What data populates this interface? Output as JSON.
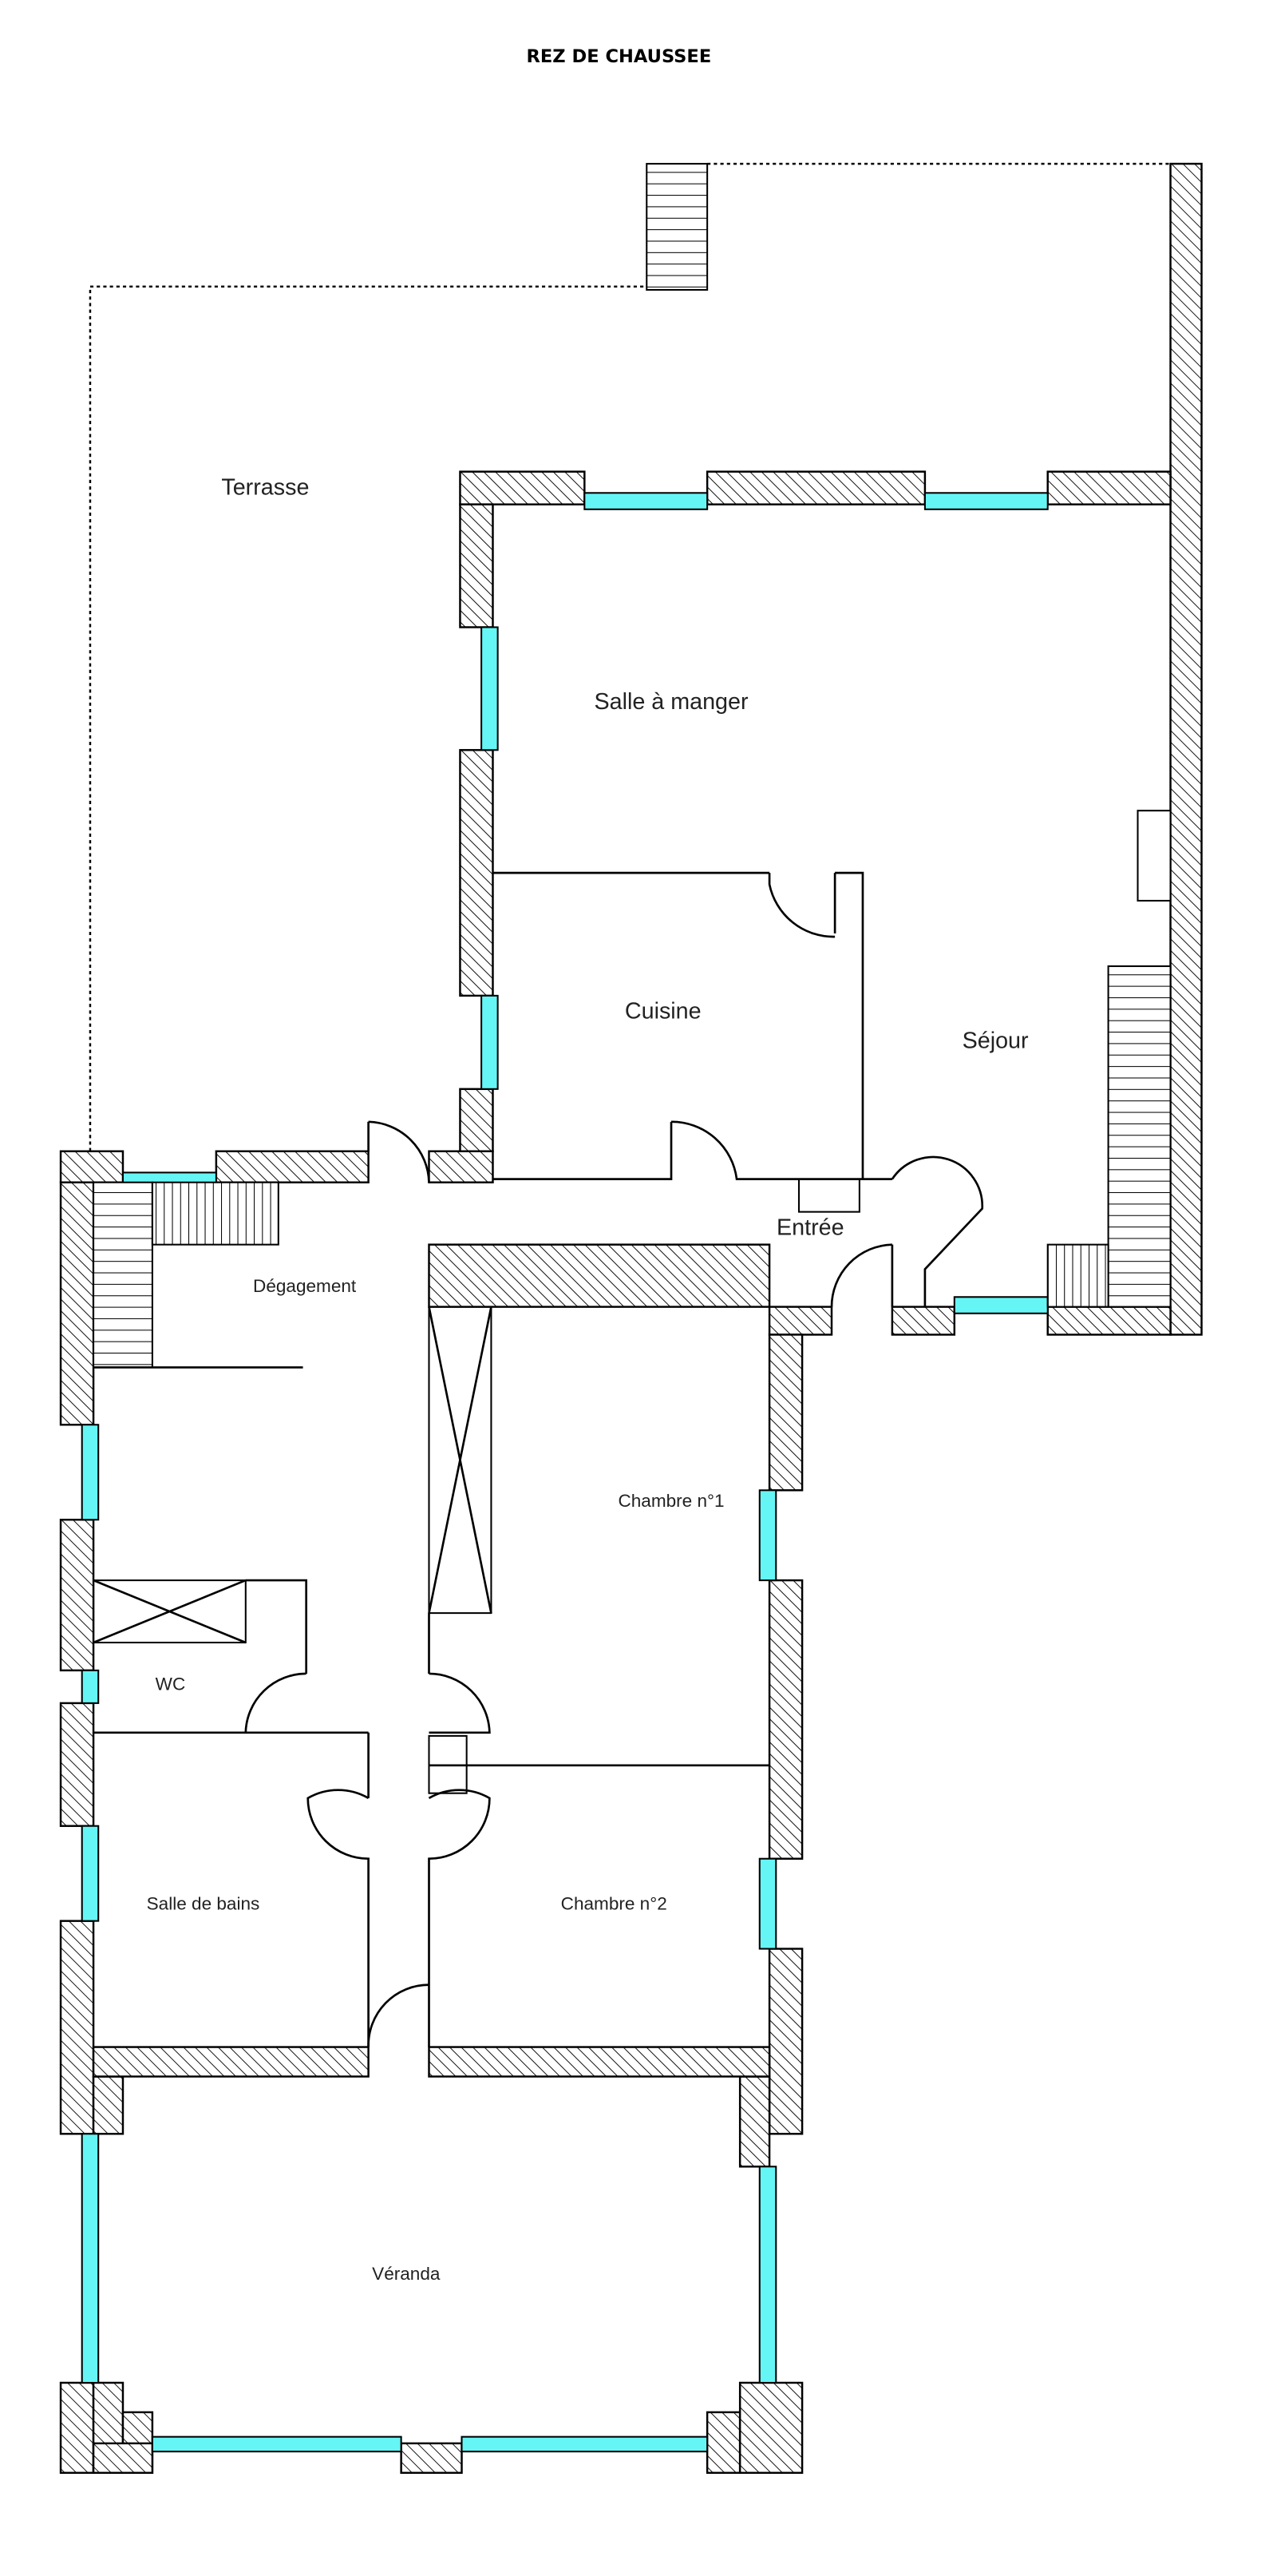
{
  "title": "REZ DE CHAUSSEE",
  "rooms": {
    "terrasse": "Terrasse",
    "salle_a_manger": "Salle à manger",
    "cuisine": "Cuisine",
    "sejour": "Séjour",
    "entree": "Entrée",
    "degagement": "Dégagement",
    "chambre1": "Chambre n°1",
    "wc": "WC",
    "salle_de_bains": "Salle de bains",
    "chambre2": "Chambre n°2",
    "veranda": "Véranda"
  },
  "colors": {
    "window": "#66f5f5",
    "wall_line": "#000000"
  }
}
